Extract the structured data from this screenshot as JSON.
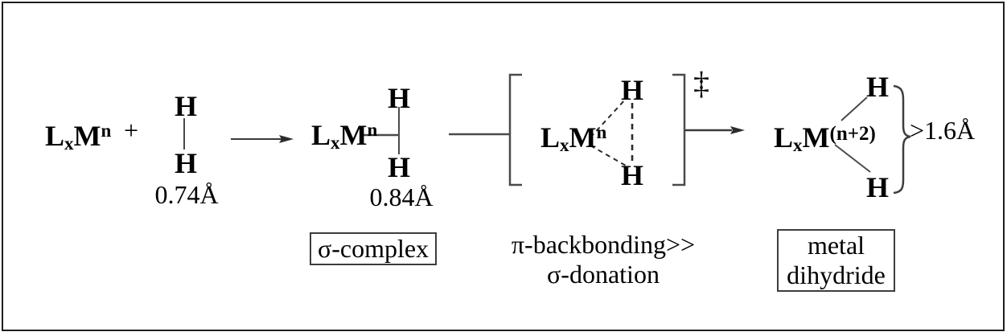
{
  "scheme": {
    "reactant_metal": {
      "ligand": "L",
      "ligand_count": "x",
      "metal": "M",
      "oxidation_state": "n"
    },
    "plus_sign": "+",
    "free_h2": {
      "h_top": "H",
      "h_bottom": "H",
      "bond_length": "0.74Å"
    },
    "sigma_complex": {
      "ligand": "L",
      "ligand_count": "x",
      "metal": "M",
      "oxidation_state": "n",
      "h_top": "H",
      "h_bottom": "H",
      "bond_length": "0.84Å",
      "caption": "σ-complex"
    },
    "transition_state": {
      "ligand": "L",
      "ligand_count": "x",
      "metal": "M",
      "oxidation_state": "n",
      "h_top": "H",
      "h_bottom": "H",
      "double_dagger": "‡",
      "caption_line1": "π-backbonding>>",
      "caption_line2": "σ-donation"
    },
    "metal_dihydride": {
      "ligand": "L",
      "ligand_count": "x",
      "metal": "M",
      "oxidation_state": "(n+2)",
      "h_top": "H",
      "h_bottom": "H",
      "bond_length": ">1.6Å",
      "caption_line1": "metal",
      "caption_line2": "dihydride"
    }
  }
}
